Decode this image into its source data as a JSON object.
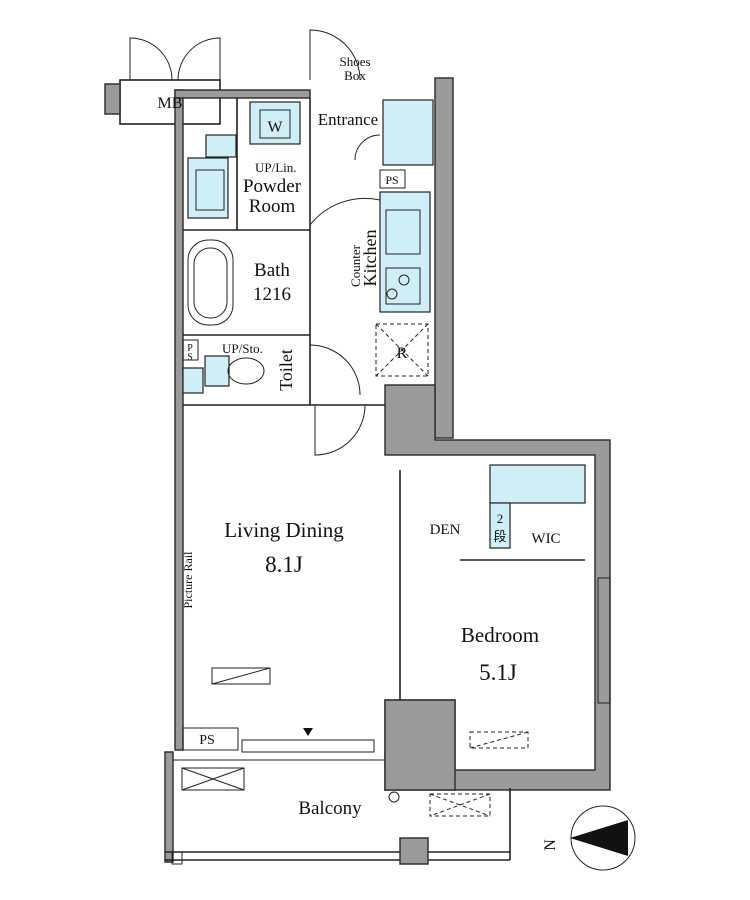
{
  "rooms": {
    "mb": "MB",
    "shoes_box_line1": "Shoes",
    "shoes_box_line2": "Box",
    "entrance": "Entrance",
    "washer": "W",
    "up_lin": "UP/Lin.",
    "powder_line1": "Powder",
    "powder_line2": "Room",
    "ps_top": "PS",
    "counter": "Counter",
    "kitchen": "Kitchen",
    "bath_line1": "Bath",
    "bath_line2": "1216",
    "fridge": "R",
    "ps_toilet_1": "P",
    "ps_toilet_2": "S",
    "up_sto": "UP/Sto.",
    "toilet": "Toilet",
    "den": "DEN",
    "wic": "WIC",
    "shelf_1": "2",
    "shelf_2": "段",
    "living_line1": "Living Dining",
    "living_line2": "8.1J",
    "picture_rail": "Picture Rail",
    "bedroom_line1": "Bedroom",
    "bedroom_line2": "5.1J",
    "ps_bottom": "PS",
    "balcony": "Balcony",
    "north": "N"
  },
  "colors": {
    "wall": "#9a9a9a",
    "fixture": "#cfeef5",
    "line": "#222222"
  }
}
